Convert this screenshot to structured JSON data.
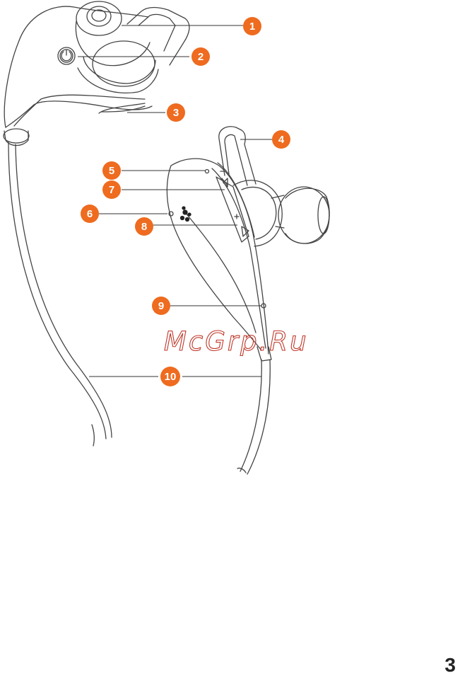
{
  "callouts": [
    {
      "label": "1"
    },
    {
      "label": "2"
    },
    {
      "label": "3"
    },
    {
      "label": "4"
    },
    {
      "label": "5"
    },
    {
      "label": "6"
    },
    {
      "label": "7"
    },
    {
      "label": "8"
    },
    {
      "label": "9"
    },
    {
      "label": "10"
    }
  ],
  "watermark": "McGrp.Ru",
  "page_number": "3",
  "colors": {
    "callout": "#ee6b1f",
    "line": "#444444",
    "watermark": "#c0392b"
  }
}
